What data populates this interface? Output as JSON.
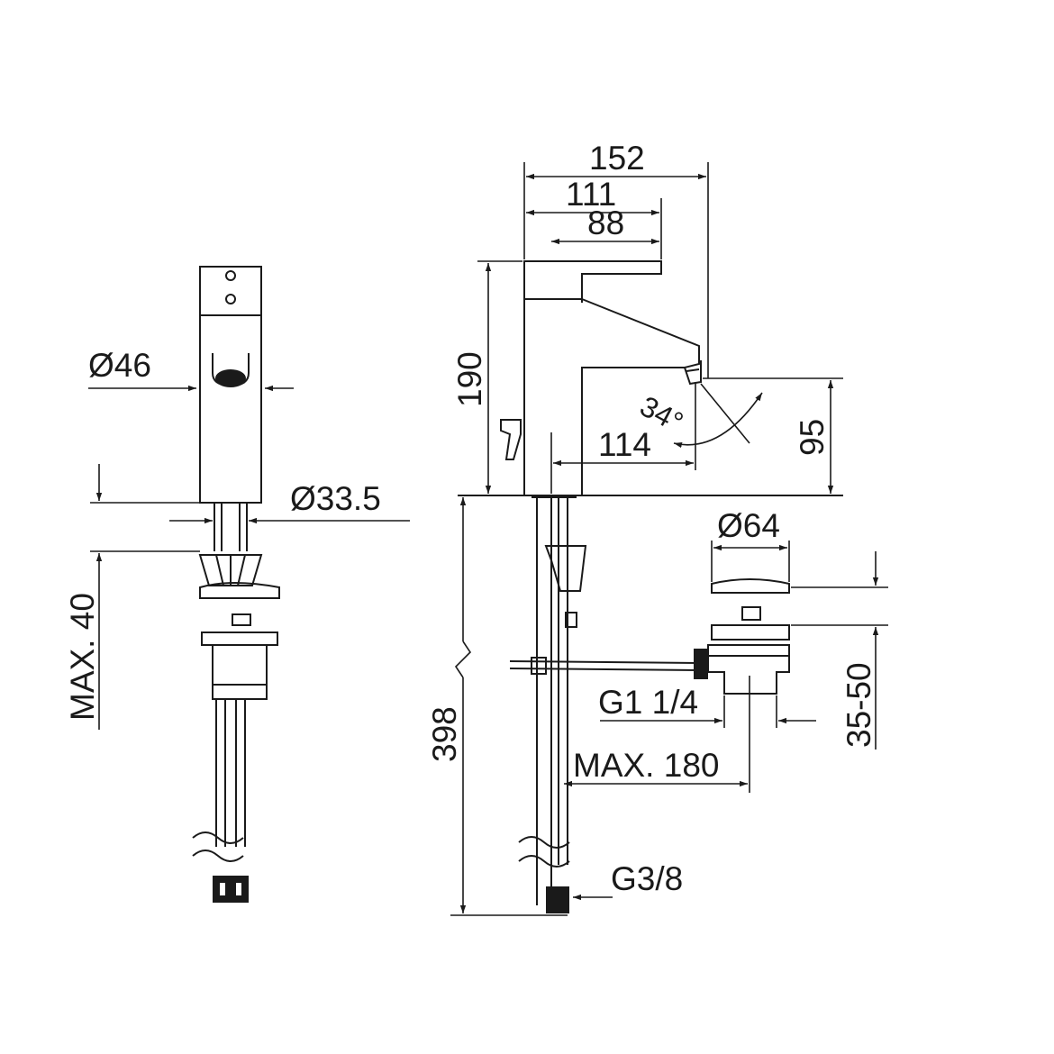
{
  "drawing": {
    "dimensions": {
      "diameter_46": "Ø46",
      "diameter_33_5": "Ø33.5",
      "max_40": "MAX. 40",
      "d152": "152",
      "d111": "111",
      "d88": "88",
      "d190": "190",
      "d114": "114",
      "d95": "95",
      "angle_34": "34°",
      "diameter_64": "Ø64",
      "d35_50": "35-50",
      "g1_1_4": "G1 1/4",
      "max_180": "MAX. 180",
      "d398": "398",
      "g3_8": "G3/8"
    }
  }
}
